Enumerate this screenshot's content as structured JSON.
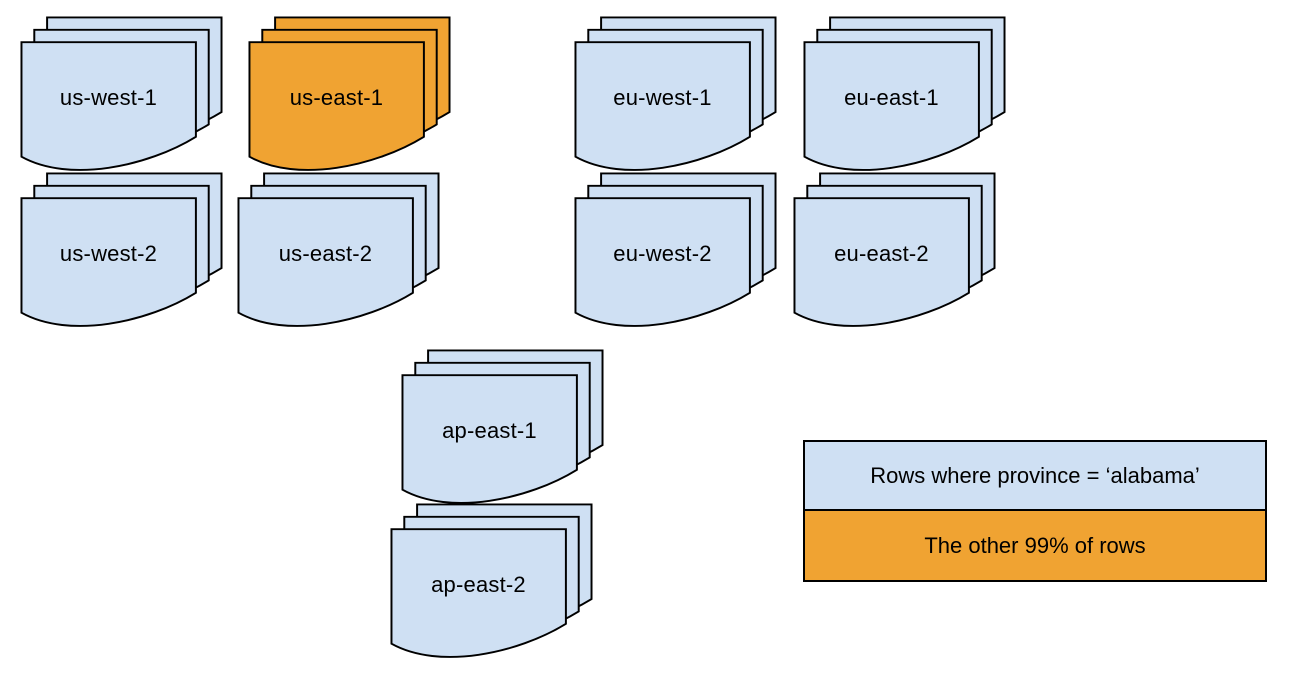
{
  "canvas": {
    "background": "#ffffff"
  },
  "colors": {
    "doc_fill": "#cfe0f3",
    "highlight_fill": "#f0a332",
    "stroke": "#000000",
    "text": "#000000"
  },
  "regions": [
    {
      "id": "us-west-1",
      "label": "us-west-1",
      "fill": "#cfe0f3",
      "highlighted": false
    },
    {
      "id": "us-east-1",
      "label": "us-east-1",
      "fill": "#f0a332",
      "highlighted": true
    },
    {
      "id": "eu-west-1",
      "label": "eu-west-1",
      "fill": "#cfe0f3",
      "highlighted": false
    },
    {
      "id": "eu-east-1",
      "label": "eu-east-1",
      "fill": "#cfe0f3",
      "highlighted": false
    },
    {
      "id": "us-west-2",
      "label": "us-west-2",
      "fill": "#cfe0f3",
      "highlighted": false
    },
    {
      "id": "us-east-2",
      "label": "us-east-2",
      "fill": "#cfe0f3",
      "highlighted": false
    },
    {
      "id": "eu-west-2",
      "label": "eu-west-2",
      "fill": "#cfe0f3",
      "highlighted": false
    },
    {
      "id": "eu-east-2",
      "label": "eu-east-2",
      "fill": "#cfe0f3",
      "highlighted": false
    },
    {
      "id": "ap-east-1",
      "label": "ap-east-1",
      "fill": "#cfe0f3",
      "highlighted": false
    },
    {
      "id": "ap-east-2",
      "label": "ap-east-2",
      "fill": "#cfe0f3",
      "highlighted": false
    }
  ],
  "legend": {
    "items": [
      {
        "label": "Rows where province = ‘alabama’",
        "fill": "#cfe0f3"
      },
      {
        "label": "The other 99% of rows",
        "fill": "#f0a332"
      }
    ]
  }
}
